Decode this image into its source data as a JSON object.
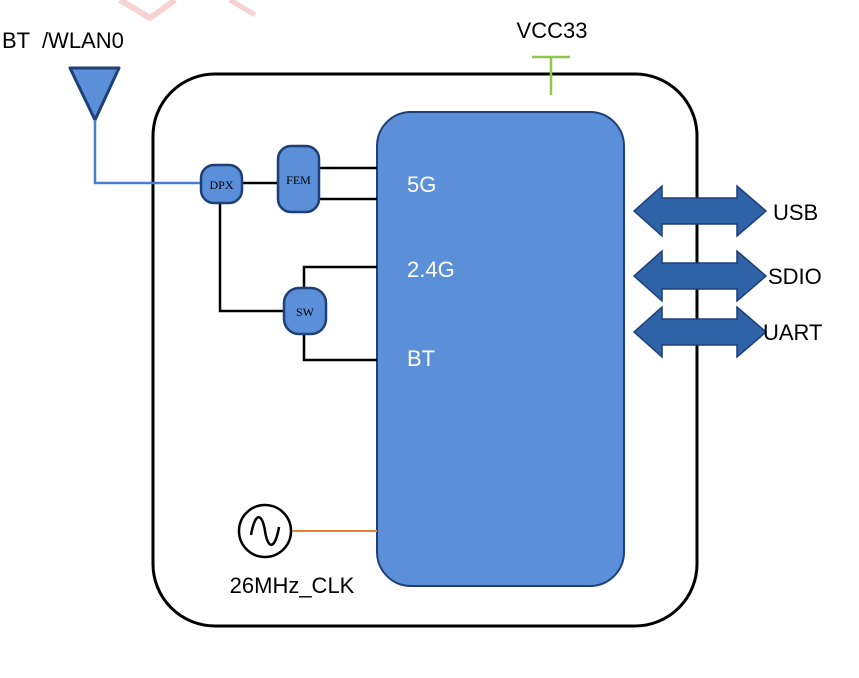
{
  "antenna": {
    "label": "BT  /WLAN0"
  },
  "power": {
    "label": "VCC33"
  },
  "blocks": {
    "dpx": "DPX",
    "fem": "FEM",
    "sw": "SW"
  },
  "chip": {
    "ports": [
      "5G",
      "2.4G",
      "BT"
    ]
  },
  "interfaces": [
    "USB",
    "SDIO",
    "UART"
  ],
  "clock": {
    "label": "26MHz_CLK"
  },
  "colors": {
    "chip_fill": "#5b8fd8",
    "block_fill": "#5b8fd8",
    "arrow_fill": "#2e63a8",
    "antenna_line": "#4a7fd0",
    "vcc_line": "#8dc84a",
    "clock_line": "#e2823a",
    "outline": "#000000"
  }
}
